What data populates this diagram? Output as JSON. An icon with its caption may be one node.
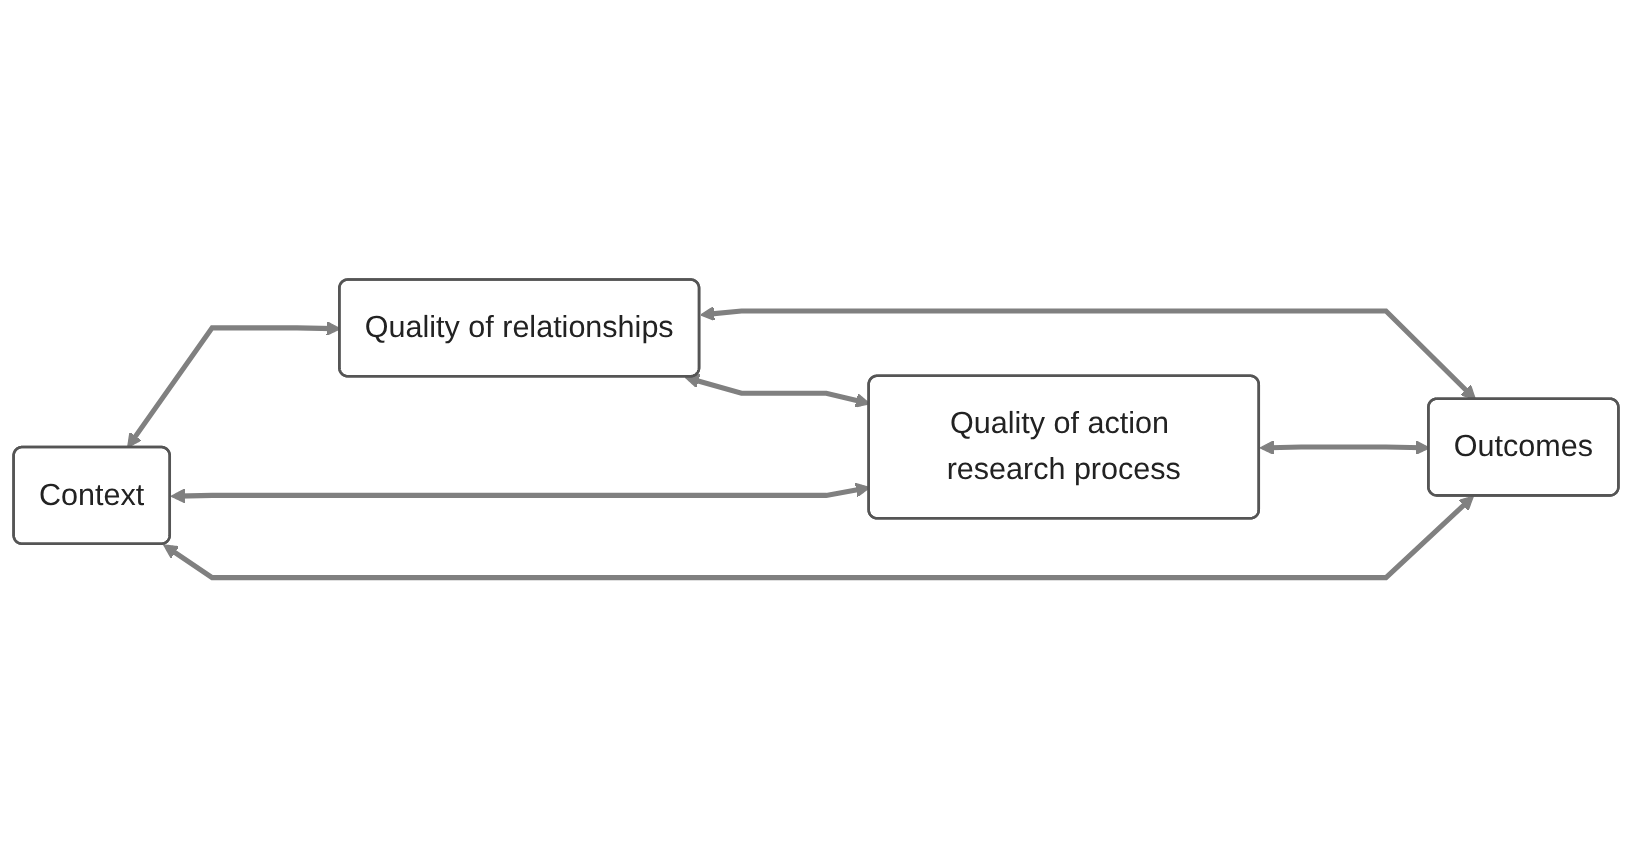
{
  "diagram": {
    "nodes": [
      {
        "text": [
          "Context"
        ]
      },
      {
        "text": [
          "Quality of relationships"
        ]
      },
      {
        "text": [
          "Quality of action research process"
        ]
      },
      {
        "text": [
          "Outcomes"
        ]
      }
    ],
    "edges": [
      {
        "from": 0,
        "to": 1,
        "arrow": "both"
      },
      {
        "from": 0,
        "to": 2,
        "arrow": "both"
      },
      {
        "from": 1,
        "to": 3,
        "arrow": "both"
      },
      {
        "from": 2,
        "to": 3,
        "arrow": "both"
      },
      {
        "from": 0,
        "to": 3,
        "arrow": "both"
      },
      {
        "from": 1,
        "to": 2,
        "arrow": "both"
      }
    ]
  }
}
